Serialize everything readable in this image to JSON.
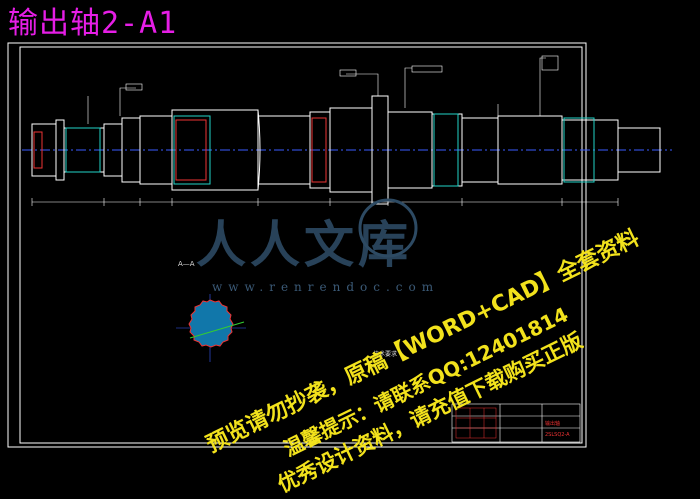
{
  "title": "输出轴2-A1",
  "section_label": "A—A",
  "tech_notes_title": "技术要求",
  "watermark": {
    "brand": "人人文库",
    "site": "www.renrendoc.com",
    "line1": "预览请勿抄袭，原稿【WORD+CAD】全套资料",
    "line2": "温馨提示：请联系QQ:12401814",
    "line3": "优秀设计资料，请充值下载购买正版"
  },
  "title_block": {
    "part_name": "输出轴",
    "code": "2SLSQ2-A"
  },
  "colors": {
    "background": "#000000",
    "title": "#e61ee6",
    "frame": "#ffffff",
    "centerline": "#3a5cff",
    "highlight": "#22d3c9",
    "watermark": "#f2e21c"
  }
}
